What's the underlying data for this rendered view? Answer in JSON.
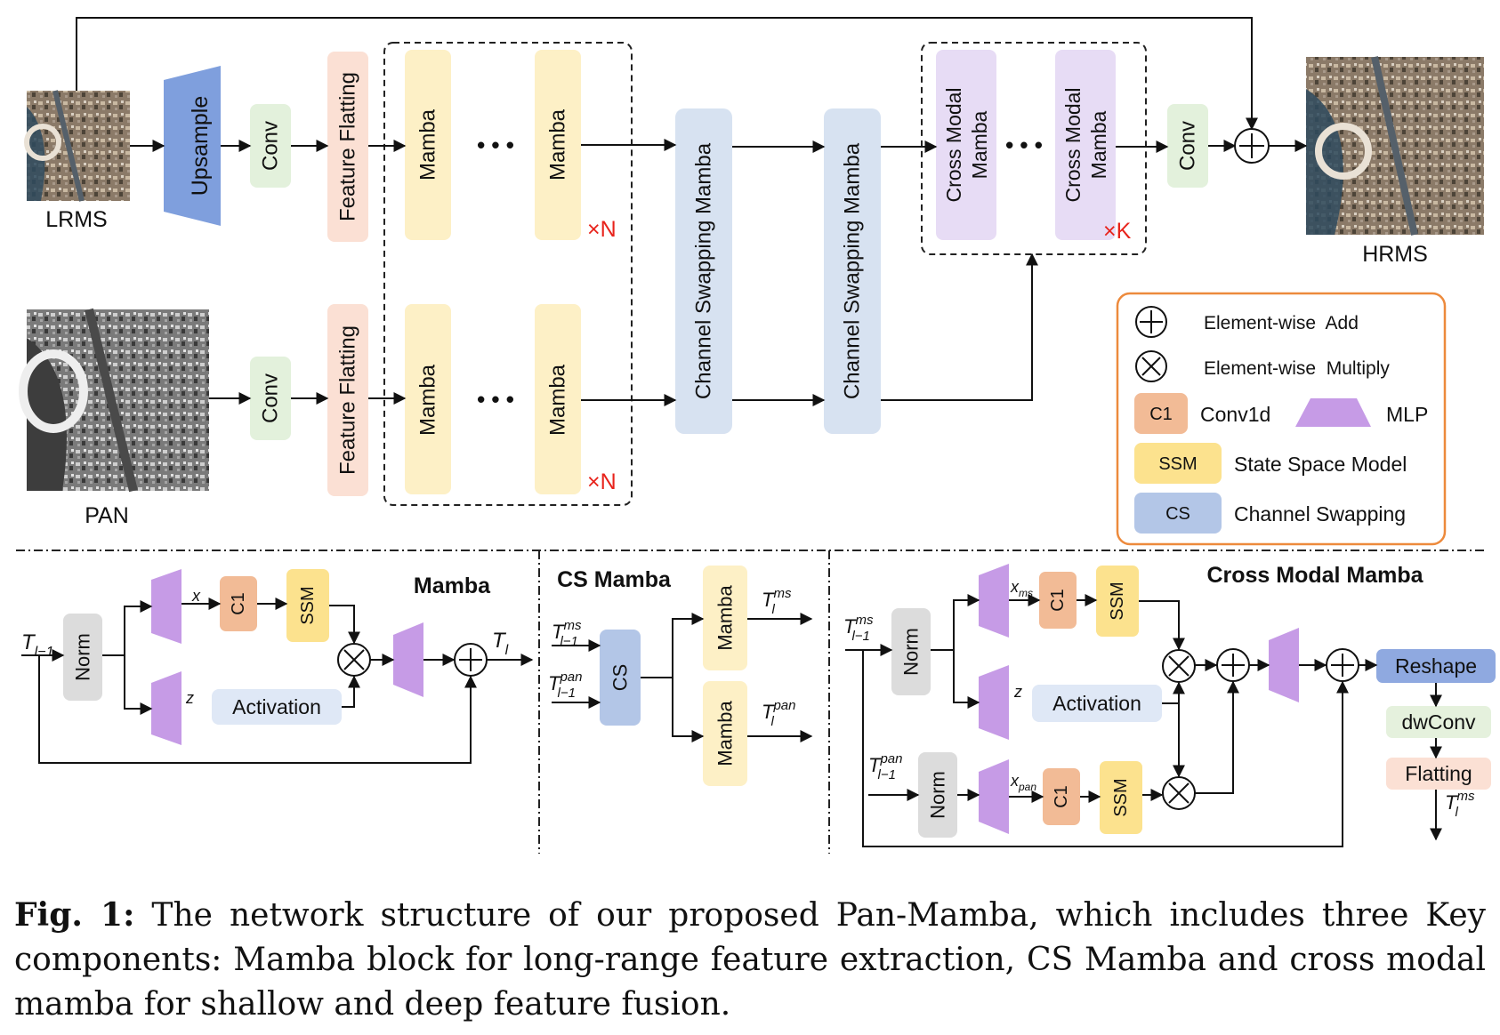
{
  "colors": {
    "upsample": "#7f9fdd",
    "conv": "#e3f1dc",
    "flatting": "#fbe0d4",
    "mamba": "#fdf0c6",
    "channel_swap": "#d7e2f1",
    "cross_modal": "#e7dcf5",
    "norm": "#dcdcdc",
    "c1": "#f2bb96",
    "ssm": "#fce28e",
    "cs": "#b3c6e7",
    "mlp": "#c69be6",
    "activation": "#dfe8f6",
    "reshape": "#8fa9e0",
    "dwconv": "#e5f1dd",
    "legend_border": "#ed8a3c",
    "multiplier_red": "#e8231b"
  },
  "top": {
    "lrms_label": "LRMS",
    "pan_label": "PAN",
    "hrms_label": "HRMS",
    "upsample": "Upsample",
    "conv": "Conv",
    "feature_flatting": "Feature Flatting",
    "mamba": "Mamba",
    "ellipsis": "• • •",
    "times_n": "×N",
    "times_k": "×K",
    "channel_swapping_mamba": "Channel Swapping Mamba",
    "cross_modal_line1": "Cross Modal",
    "cross_modal_line2": "Mamba"
  },
  "legend": {
    "add": "Element-wise  Add",
    "multiply": "Element-wise  Multiply",
    "c1_box": "C1",
    "c1_text": "Conv1d",
    "mlp_text": "MLP",
    "ssm_box": "SSM",
    "ssm_text": "State Space Model",
    "cs_box": "CS",
    "cs_text": "Channel Swapping"
  },
  "mamba_block": {
    "title": "Mamba",
    "norm": "Norm",
    "c1": "C1",
    "ssm": "SSM",
    "activation": "Activation",
    "x": "x",
    "z": "z",
    "input_T": "T",
    "input_sub": "l−1",
    "output_T": "T",
    "output_sub": "l"
  },
  "cs_block": {
    "title": "CS Mamba",
    "cs": "CS",
    "mamba": "Mamba",
    "in_ms_T": "T",
    "in_ms_sup": "ms",
    "in_ms_sub": "l−1",
    "in_pan_T": "T",
    "in_pan_sup": "pan",
    "in_pan_sub": "l−1",
    "out_ms_T": "T",
    "out_ms_sup": "ms",
    "out_ms_sub": "l",
    "out_pan_T": "T",
    "out_pan_sup": "pan",
    "out_pan_sub": "l"
  },
  "cross_block": {
    "title": "Cross Modal Mamba",
    "norm": "Norm",
    "c1": "C1",
    "ssm": "SSM",
    "activation": "Activation",
    "reshape": "Reshape",
    "dwconv": "dwConv",
    "flatting": "Flatting",
    "x_ms": "x",
    "x_ms_sub": "ms",
    "x_pan": "x",
    "x_pan_sub": "pan",
    "z": "z",
    "in_ms_T": "T",
    "in_ms_sup": "ms",
    "in_ms_sub": "l−1",
    "in_pan_T": "T",
    "in_pan_sup": "pan",
    "in_pan_sub": "l−1",
    "out_T": "T",
    "out_sup": "ms",
    "out_sub": "l"
  },
  "caption": {
    "label": "Fig. 1:",
    "text": " The network structure of our proposed Pan-Mamba, which includes three Key components: Mamba block for long-range feature extraction, CS Mamba and cross modal mamba for shallow and deep feature fusion."
  }
}
